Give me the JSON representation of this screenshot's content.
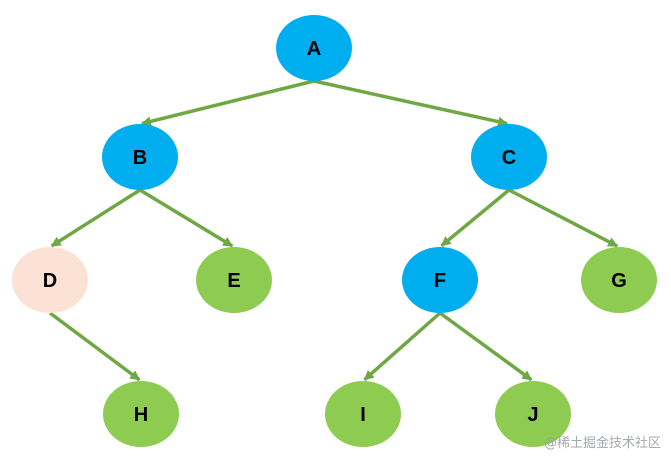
{
  "colors": {
    "internal": "#00AEEF",
    "leaf": "#8DCB51",
    "highlight": "#FBE2D5",
    "edge": "#6FA745"
  },
  "nodes": [
    {
      "id": "A",
      "label": "A",
      "style": "internal"
    },
    {
      "id": "B",
      "label": "B",
      "style": "internal"
    },
    {
      "id": "C",
      "label": "C",
      "style": "internal"
    },
    {
      "id": "D",
      "label": "D",
      "style": "highlight"
    },
    {
      "id": "E",
      "label": "E",
      "style": "leaf"
    },
    {
      "id": "F",
      "label": "F",
      "style": "internal"
    },
    {
      "id": "G",
      "label": "G",
      "style": "leaf"
    },
    {
      "id": "H",
      "label": "H",
      "style": "leaf"
    },
    {
      "id": "I",
      "label": "I",
      "style": "leaf"
    },
    {
      "id": "J",
      "label": "J",
      "style": "leaf"
    }
  ],
  "edges": [
    {
      "from": "A",
      "to": "B"
    },
    {
      "from": "A",
      "to": "C"
    },
    {
      "from": "B",
      "to": "D"
    },
    {
      "from": "B",
      "to": "E"
    },
    {
      "from": "C",
      "to": "F"
    },
    {
      "from": "C",
      "to": "G"
    },
    {
      "from": "D",
      "to": "H"
    },
    {
      "from": "F",
      "to": "I"
    },
    {
      "from": "F",
      "to": "J"
    }
  ],
  "watermark": "@稀土掘金技术社区"
}
